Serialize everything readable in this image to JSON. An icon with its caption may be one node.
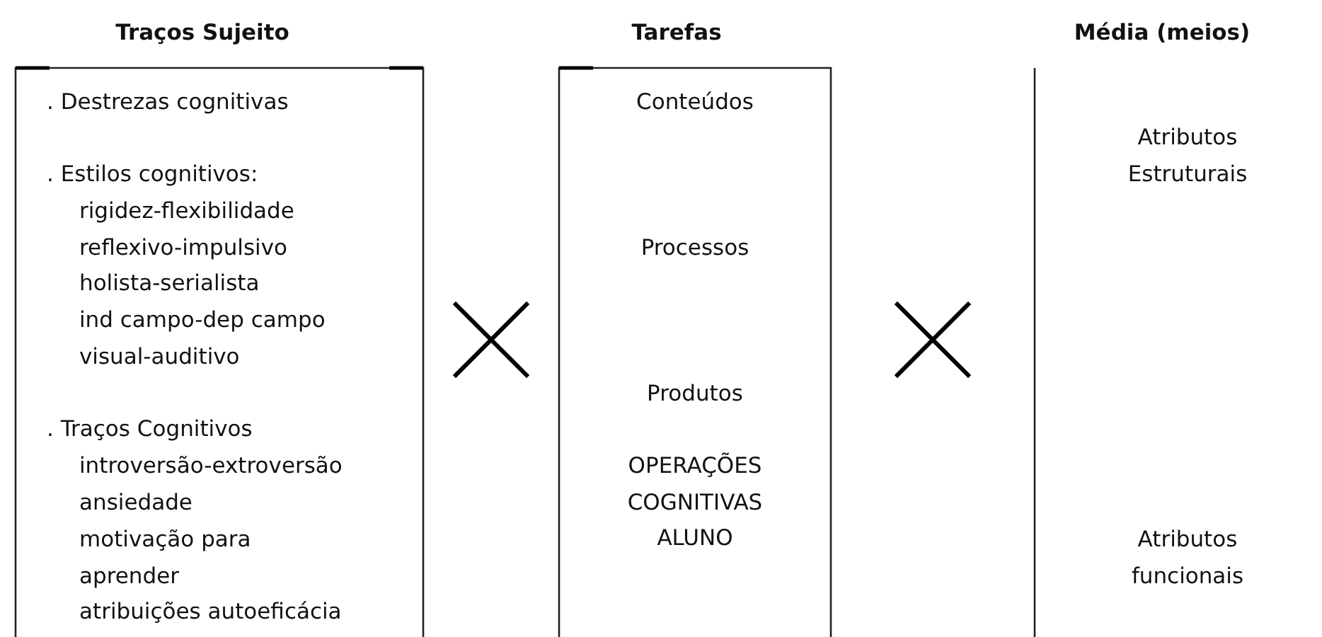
{
  "diagram": {
    "nodes": [
      {
        "text": [
          "Traços Sujeito",
          ". Destrezas cognitivas",
          ". Estilos cognitivos:",
          "rigidez-flexibilidade",
          "reflexivo-impulsivo",
          "holista-serialista",
          "ind campo-dep campo",
          "visual-auditivo",
          ". Traços Cognitivos",
          "introversão-extroversão",
          "ansiedade",
          "motivação para aprender",
          "atribuições autoeficácia"
        ]
      },
      {
        "text": [
          "Tarefas",
          "Conteúdos",
          "Processos",
          "Produtos",
          "OPERAÇÕES COGNITIVAS ALUNO"
        ]
      },
      {
        "text": [
          "Média (meios)",
          "Atributos Estruturais",
          "Atributos funcionais"
        ]
      }
    ]
  }
}
